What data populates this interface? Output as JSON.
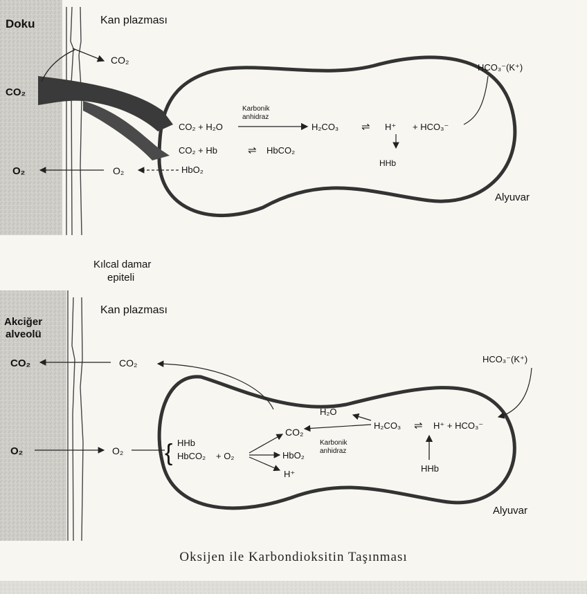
{
  "top_panel": {
    "tissue_label": "Doku",
    "plasma_label": "Kan plazması",
    "co2_in": "CO₂",
    "co2_out": "CO₂",
    "o2_tissue": "O₂",
    "o2_plasma": "O₂",
    "hco3_label": "HCO₃⁻(K⁺)",
    "enzyme_label_line1": "Karbonik",
    "enzyme_label_line2": "anhidraz",
    "reaction1_a": "CO₂ + H₂O",
    "reaction1_b": "H₂CO₃",
    "reaction1_eq": "⇌",
    "reaction1_c": "H⁺",
    "reaction1_d": "+ HCO₃⁻",
    "hhb": "HHb",
    "reaction2_a": "CO₂ + Hb",
    "reaction2_eq": "⇌",
    "reaction2_b": "HbCO₂",
    "hbo2": "HbO₂",
    "rbc_label": "Alyuvar"
  },
  "middle": {
    "capillary_line1": "Kılcal damar",
    "capillary_line2": "epiteli"
  },
  "bottom_panel": {
    "alveolus_line1": "Akciğer",
    "alveolus_line2": "alveolü",
    "plasma_label": "Kan plazması",
    "co2_alveolus": "CO₂",
    "co2_plasma": "CO₂",
    "o2_alveolus": "O₂",
    "o2_plasma": "O₂",
    "hco3_label": "HCO₃⁻(K⁺)",
    "h2o": "H₂O",
    "h2co3": "H₂CO₃",
    "eq": "⇌",
    "h_plus_hco3": "H⁺ + HCO₃⁻",
    "co2_rbc": "CO₂",
    "enzyme_label_line1": "Karbonik",
    "enzyme_label_line2": "anhidraz",
    "hhb_top": "HHb",
    "hbco2": "HbCO₂",
    "plus_o2": "+ O₂",
    "hbo2": "HbO₂",
    "h_plus": "H⁺",
    "hhb_right": "HHb",
    "rbc_label": "Alyuvar"
  },
  "caption": "Oksijen ile Karbondioksitin Taşınması",
  "colors": {
    "tissue_shade": "#c9c8c2",
    "cell_stroke": "#333333",
    "arrow_fill": "#3a3a3a"
  }
}
